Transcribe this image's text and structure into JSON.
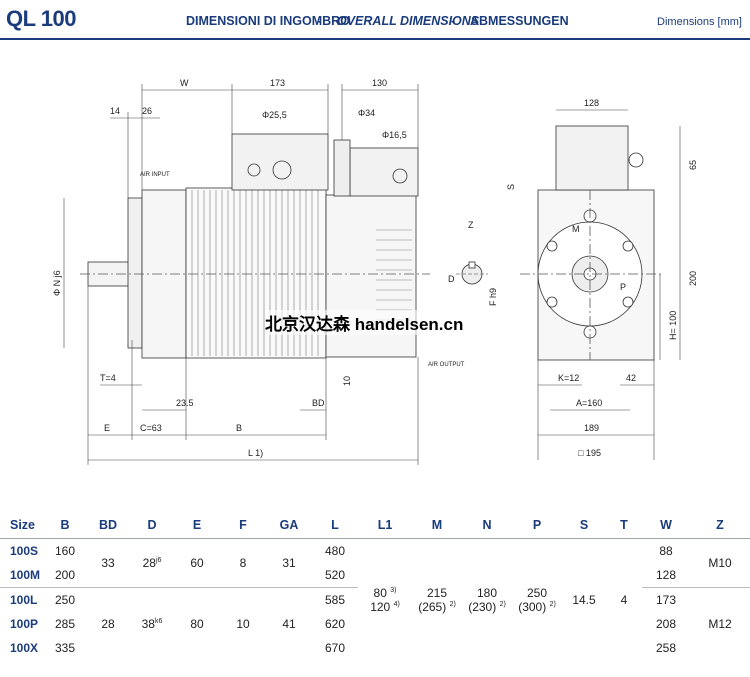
{
  "header": {
    "model": "QL 100",
    "title_it": "DIMENSIONI DI INGOMBRO",
    "title_en": "OVERALL DIMENSIONS",
    "title_de": "ABMESSUNGEN",
    "separator": "-",
    "units": "Dimensions [mm]"
  },
  "drawing": {
    "labels": {
      "W": "W",
      "d173": "173",
      "d130": "130",
      "d14": "14",
      "d26": "26",
      "phi25": "Φ25,5",
      "phi34": "Φ34",
      "phi16": "Φ16,5",
      "air_input": "AIR INPUT",
      "air_output": "AIR OUTPUT",
      "Nj6": "Φ N j6",
      "T4": "T=4",
      "d235": "23.5",
      "BD": "BD",
      "d10": "10",
      "E": "E",
      "C63": "C=63",
      "B": "B",
      "L1": "L 1)",
      "d128": "128",
      "d65": "65",
      "d200": "200",
      "H100": "H= 100",
      "S": "S",
      "Z": "Z",
      "D": "D",
      "Fh9": "F h9",
      "M": "M",
      "P": "P",
      "K12": "K=12",
      "d42": "42",
      "A160": "A=160",
      "d189": "189",
      "sq195": "□ 195"
    },
    "watermark": "北京汉达森 handelsen.cn"
  },
  "table": {
    "headers": [
      "Size",
      "B",
      "BD",
      "D",
      "E",
      "F",
      "GA",
      "L",
      "L1",
      "M",
      "N",
      "P",
      "S",
      "T",
      "W",
      "Z"
    ],
    "sizes": [
      "100S",
      "100M",
      "100L",
      "100P",
      "100X"
    ],
    "B": [
      "160",
      "200",
      "250",
      "285",
      "335"
    ],
    "L": [
      "480",
      "520",
      "585",
      "620",
      "670"
    ],
    "W": [
      "88",
      "128",
      "173",
      "208",
      "258"
    ],
    "group1": {
      "BD": "33",
      "D": "28",
      "D_tol": "j6",
      "E": "60",
      "F": "8",
      "GA": "31",
      "Z": "M10"
    },
    "group2": {
      "BD": "28",
      "D": "38",
      "D_tol": "k6",
      "E": "80",
      "F": "10",
      "GA": "41",
      "Z": "M12"
    },
    "shared": {
      "L1_a": "80",
      "L1_a_note": "3)",
      "L1_b": "120",
      "L1_b_note": "4)",
      "M_a": "215",
      "M_b": "(265)",
      "M_note": "2)",
      "N_a": "180",
      "N_b": "(230)",
      "N_note": "2)",
      "P_a": "250",
      "P_b": "(300)",
      "P_note": "2)",
      "S": "14.5",
      "T": "4"
    }
  }
}
